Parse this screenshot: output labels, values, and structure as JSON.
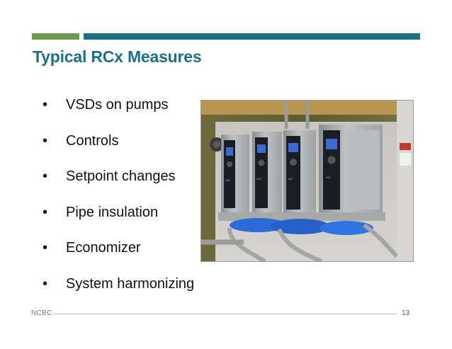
{
  "colors": {
    "accent_green": "#6b9a4a",
    "accent_teal": "#1e6f86",
    "title_color": "#1d6f85"
  },
  "slide": {
    "title": "Typical RCx Measures",
    "bullet_glyph": "•",
    "bullets": [
      "VSDs on pumps",
      "Controls",
      "Setpoint changes",
      "Pipe insulation",
      "Economizer",
      "System harmonizing"
    ],
    "photo": {
      "drive_display_label": "VLT"
    }
  },
  "footer": {
    "org": "NCBC",
    "page_number": "13"
  }
}
